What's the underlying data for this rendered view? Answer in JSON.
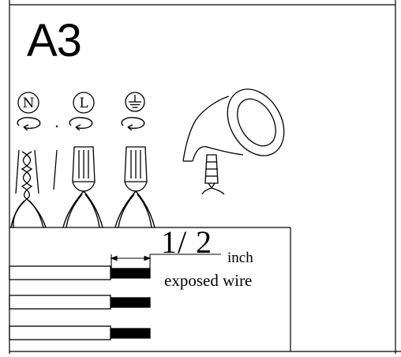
{
  "step": {
    "label": "A3"
  },
  "terminals": [
    {
      "symbol": "N"
    },
    {
      "symbol": "L"
    },
    {
      "symbol": "ground"
    }
  ],
  "measurement": {
    "fraction_num": "1",
    "fraction_slash": "/",
    "fraction_den": "2",
    "unit": "inch",
    "caption": "exposed wire"
  },
  "colors": {
    "ink": "#000000",
    "paper": "#ffffff"
  }
}
